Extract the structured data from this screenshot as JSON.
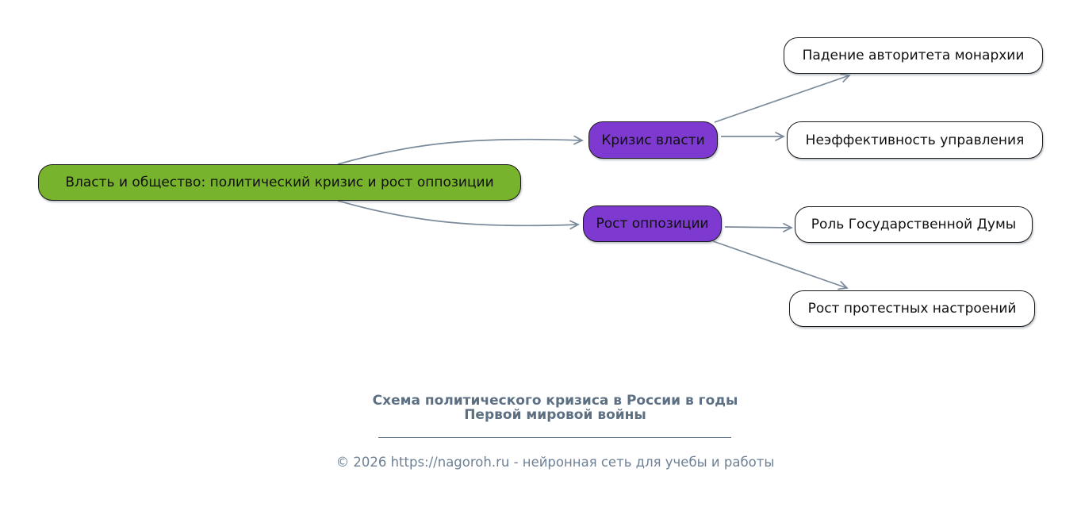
{
  "colors": {
    "bg": "#ffffff",
    "green": "#77b32c",
    "purple": "#7e3ad0",
    "arrow": "#7b8a9a",
    "node-border": "#1a1a1a",
    "title-color": "#5d7083",
    "divider-color": "#5d7083",
    "copyright-color": "#6e8094"
  },
  "mindmap": {
    "root": {
      "label": "Власть и общество: политический кризис и рост оппозиции"
    },
    "branches": [
      {
        "label": "Кризис власти",
        "children": [
          {
            "label": "Падение авторитета монархии"
          },
          {
            "label": "Неэффективность управления"
          }
        ]
      },
      {
        "label": "Рост оппозиции",
        "children": [
          {
            "label": "Роль Государственной Думы"
          },
          {
            "label": "Рост протестных настроений"
          }
        ]
      }
    ]
  },
  "footer": {
    "title_line1": "Схема политического кризиса в России в годы",
    "title_line2": "Первой мировой войны",
    "copyright": "© 2026 https://nagoroh.ru - нейронная сеть для учебы и работы"
  }
}
